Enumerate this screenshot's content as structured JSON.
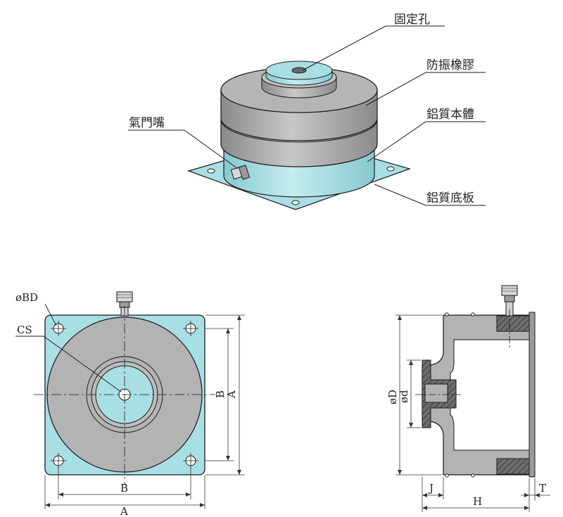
{
  "colors": {
    "fill": "#a8dfe4",
    "rubber": "#b9b9b9",
    "rubber_dark": "#8f8f8f",
    "section": "#707070",
    "line": "#1a1a1a",
    "dimension": "#333333"
  },
  "callouts": {
    "fixing_hole": "固定孔",
    "rubber": "防振橡膠",
    "body": "鋁質本體",
    "valve": "氣門嘴",
    "base_plate": "鋁質底板"
  },
  "top_view": {
    "label_bd": "øBD",
    "label_cs": "CS",
    "dim_b_bottom": "B",
    "dim_a_bottom": "A",
    "dim_b_side": "B",
    "dim_a_side": "A"
  },
  "section_view": {
    "label_od": "øD",
    "label_id": "ød",
    "label_j": "J",
    "label_h": "H",
    "label_t": "T"
  }
}
